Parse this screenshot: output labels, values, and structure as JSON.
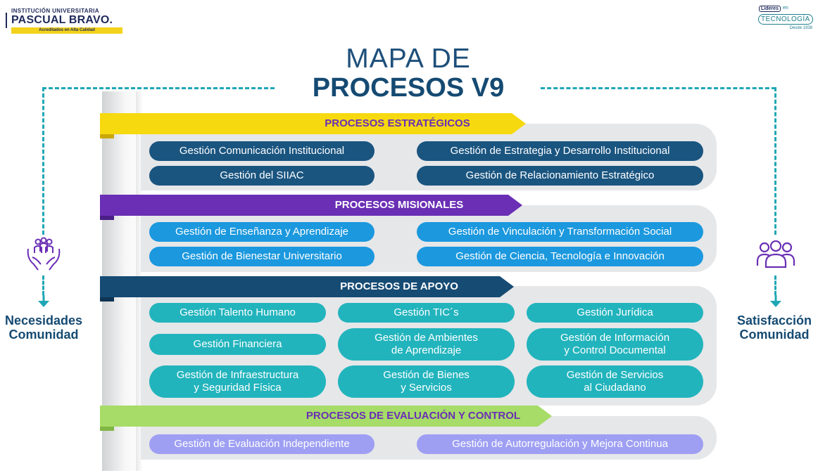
{
  "logos": {
    "left": {
      "line1": "INSTITUCIÓN UNIVERSITARIA",
      "line2": "PASCUAL BRAVO.",
      "tagline": "Acreditados en Alta Calidad"
    },
    "right": {
      "line1": "Líderes",
      "line1b": "en",
      "line2": "TECNOLOGÍA",
      "line3": "Desde 1938"
    }
  },
  "title": {
    "line1": "MAPA DE",
    "line2": "PROCESOS V9"
  },
  "left_side": {
    "line1": "Necesidades",
    "line2": "Comunidad",
    "icon": "hands-people-icon"
  },
  "right_side": {
    "line1": "Satisfacción",
    "line2": "Comunidad",
    "icon": "people-group-icon"
  },
  "colors": {
    "estrategicos": "#f6d90f",
    "misionales": "#6a2fb5",
    "apoyo": "#164b74",
    "evaluacion": "#a6dc67",
    "dark_pill": "#1a5580",
    "blue_pill": "#1b98de",
    "teal_pill": "#22b4bd",
    "lavender_pill": "#9e9ff3",
    "connector": "#1fa7b5"
  },
  "sections": {
    "estrategicos": {
      "title": "PROCESOS ESTRATÉGICOS",
      "items": [
        "Gestión Comunicación Institucional",
        "Gestión de Estrategia y Desarrollo Institucional",
        "Gestión del SIIAC",
        "Gestión de Relacionamiento Estratégico"
      ]
    },
    "misionales": {
      "title": "PROCESOS MISIONALES",
      "items": [
        "Gestión de Enseñanza y Aprendizaje",
        "Gestión de Vinculación y Transformación Social",
        "Gestión de Bienestar Universitario",
        "Gestión de Ciencia, Tecnología e Innovación"
      ]
    },
    "apoyo": {
      "title": "PROCESOS DE APOYO",
      "items": [
        {
          "line1": "Gestión Talento Humano"
        },
        {
          "line1": "Gestión TIC´s"
        },
        {
          "line1": "Gestión Jurídica"
        },
        {
          "line1": "Gestión Financiera"
        },
        {
          "line1": "Gestión de Ambientes",
          "line2": "de Aprendizaje"
        },
        {
          "line1": "Gestión de Información",
          "line2": "y Control Documental"
        },
        {
          "line1": "Gestión de Infraestructura",
          "line2": "y Seguridad Física"
        },
        {
          "line1": "Gestión de Bienes",
          "line2": "y Servicios"
        },
        {
          "line1": "Gestión de Servicios",
          "line2": "al Ciudadano"
        }
      ]
    },
    "evaluacion": {
      "title": "PROCESOS DE EVALUACIÓN Y CONTROL",
      "items": [
        "Gestión de Evaluación Independiente",
        "Gestión de Autorregulación y Mejora Continua"
      ]
    }
  }
}
